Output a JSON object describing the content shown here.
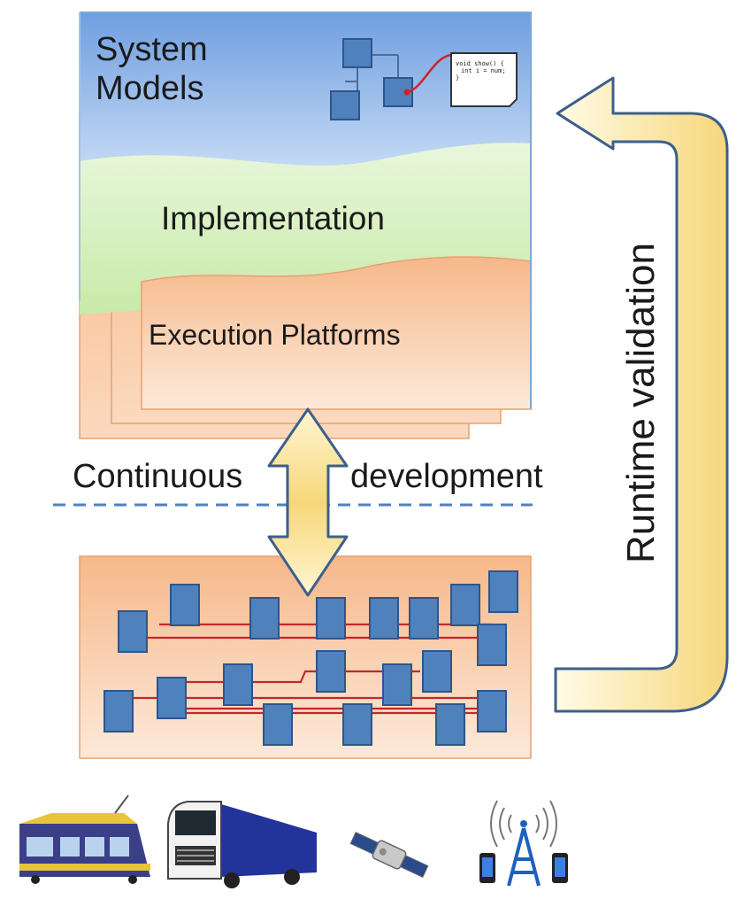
{
  "layers": {
    "system_models": "System\nModels",
    "implementation": "Implementation",
    "execution_platforms": "Execution Platforms"
  },
  "process": {
    "left_word": "Continuous",
    "right_word": "development"
  },
  "feedback": {
    "label": "Runtime validation"
  },
  "code_snippet": "void show() {\n  int i = num;\n}",
  "applications": [
    "tram-icon",
    "truck-icon",
    "satellite-icon",
    "cell-tower-icon"
  ],
  "colors": {
    "system_models": "#8fb4e8",
    "implementation": "#d6f0bf",
    "execution": "#f8c9a3",
    "node": "#4f81bd",
    "wire": "#c0282d",
    "arrow": "#fbe9a8",
    "arrow_stroke": "#3d5f8c"
  }
}
